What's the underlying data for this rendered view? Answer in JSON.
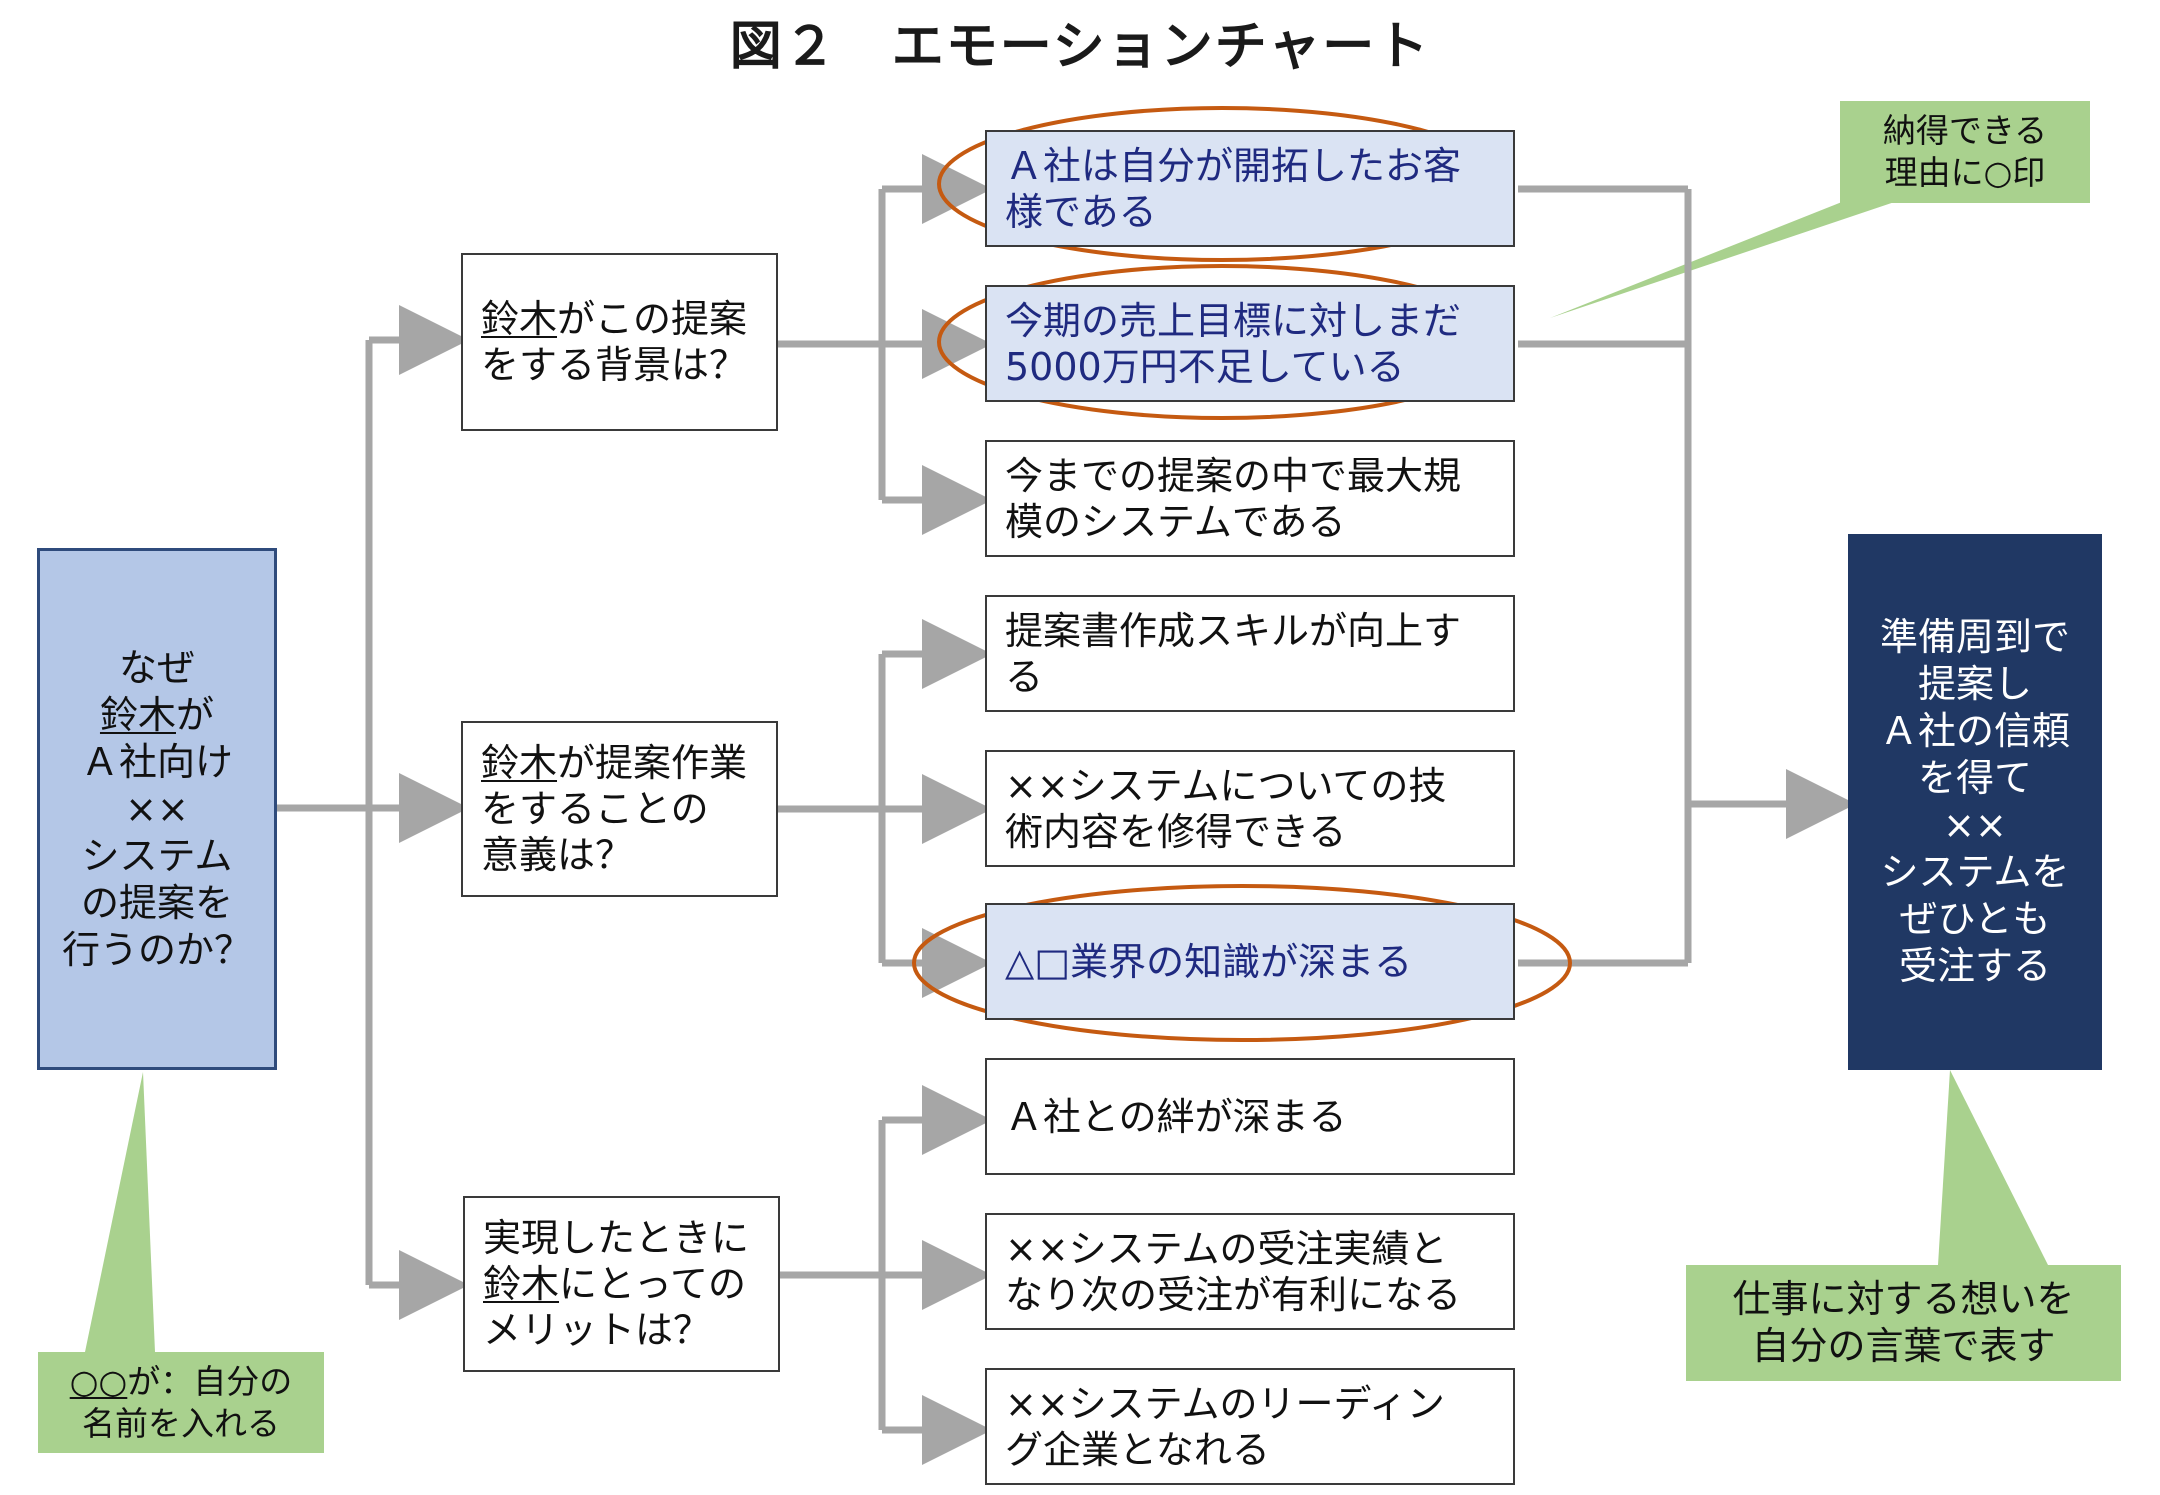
{
  "title": "図２　エモーションチャート",
  "start": {
    "line1": "なぜ",
    "name": "鈴木",
    "line2_suffix": "が",
    "line3": "Ａ社向け",
    "line4": "××",
    "line5": "システム",
    "line6": "の提案を",
    "line7": "行うのか？"
  },
  "questions": [
    {
      "name": "鈴木",
      "rest": "がこの提案\nをする背景は？"
    },
    {
      "name": "鈴木",
      "rest": "が提案作業\nをすることの\n意義は？"
    },
    {
      "pre": "実現したときに\n",
      "name": "鈴木",
      "rest": "にとっての\nメリットは？"
    }
  ],
  "answers": [
    {
      "text": "Ａ社は自分が開拓したお客\n様である",
      "highlight": true
    },
    {
      "text": "今期の売上目標に対しまだ\n5000万円不足している",
      "highlight": true
    },
    {
      "text": "今までの提案の中で最大規\n模のシステムである",
      "highlight": false
    },
    {
      "text": "提案書作成スキルが向上す\nる",
      "highlight": false
    },
    {
      "text": "××システムについての技\n術内容を修得できる",
      "highlight": false
    },
    {
      "text": "△□業界の知識が深まる",
      "highlight": true
    },
    {
      "text": "Ａ社との絆が深まる",
      "highlight": false
    },
    {
      "text": "××システムの受注実績と\nなり次の受注が有利になる",
      "highlight": false
    },
    {
      "text": "××システムのリーディン\nグ企業となれる",
      "highlight": false
    }
  ],
  "goal": "準備周到で\n提案し\nＡ社の信頼\nを得て\n××\nシステムを\nぜひとも\n受注する",
  "notes": {
    "top_right": "納得できる\n理由に○印",
    "bottom_left_underlined": "○○",
    "bottom_left_rest": "が：自分の\n名前を入れる",
    "bottom_right": "仕事に対する想いを\n自分の言葉で表す"
  },
  "colors": {
    "connector": "#a6a6a6",
    "ellipse": "#c55a11",
    "highlight_fill": "#dae3f3",
    "highlight_text": "#1f2a80",
    "start_fill": "#b4c7e7",
    "goal_fill": "#203864",
    "note_fill": "#a9d18e"
  }
}
